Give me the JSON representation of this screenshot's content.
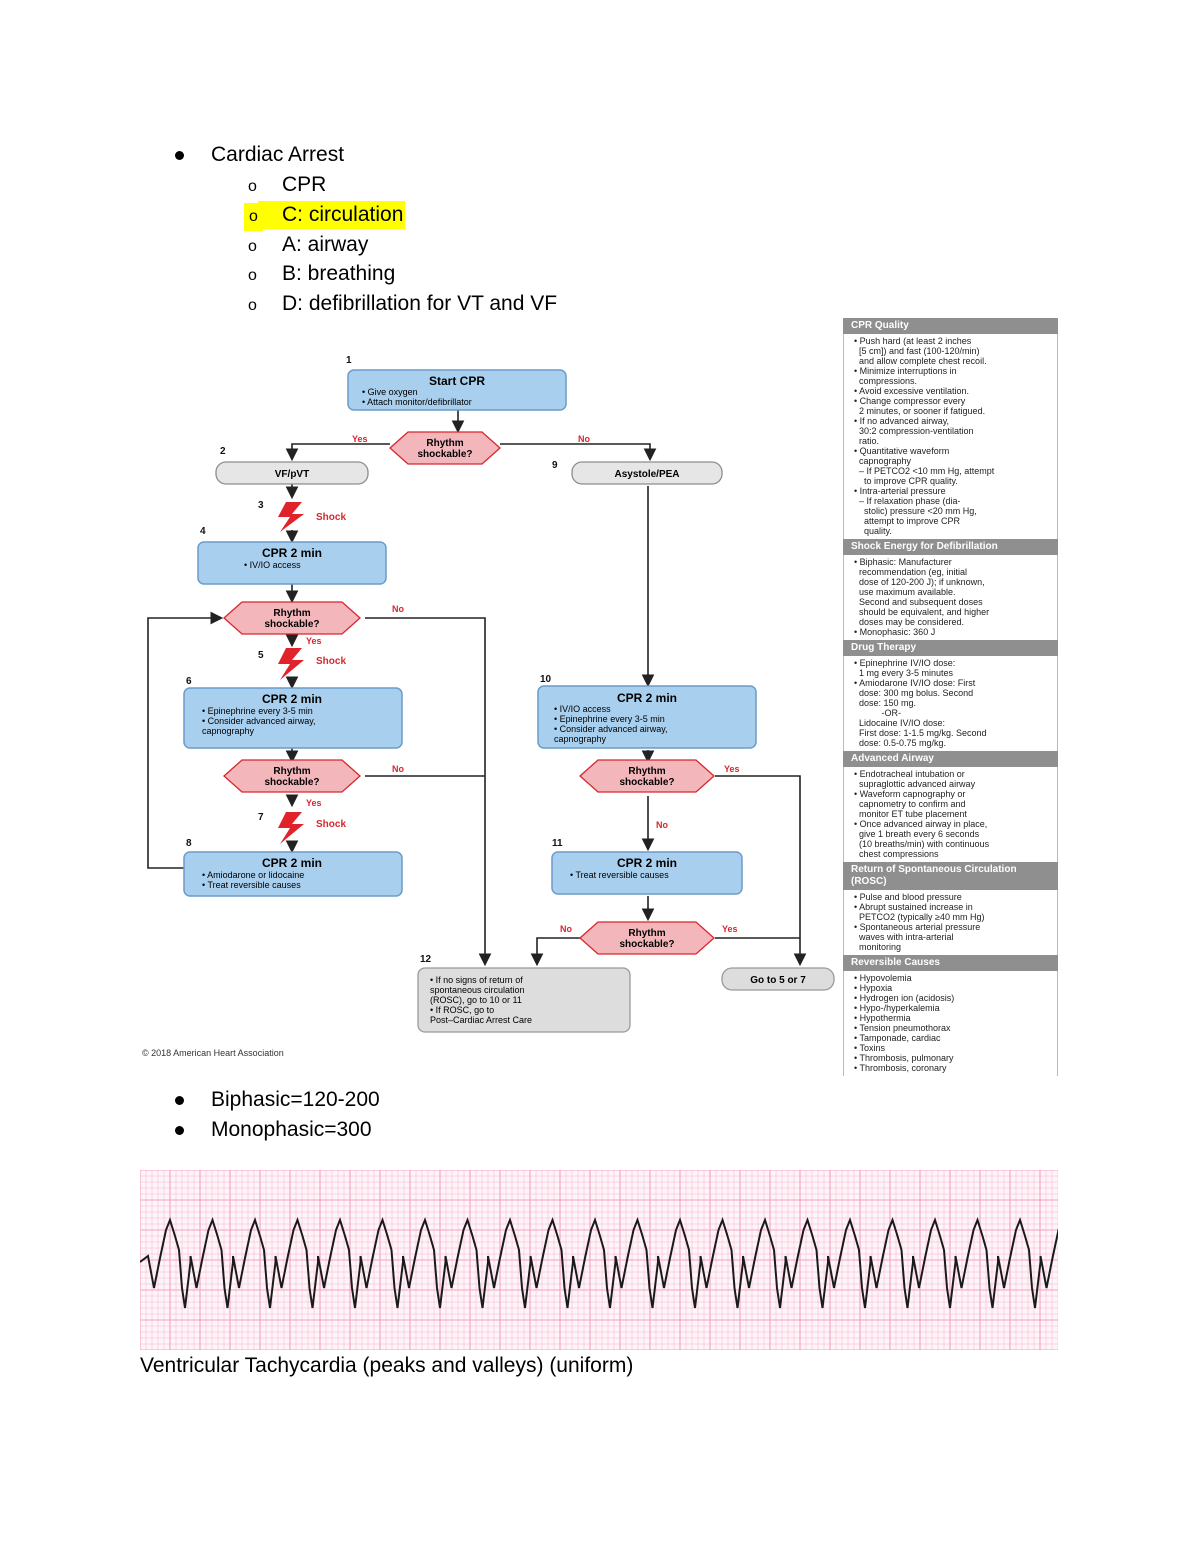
{
  "bullets_top": {
    "main": "Cardiac Arrest",
    "subs": [
      "CPR",
      "C: circulation",
      "A: airway",
      "B: breathing",
      "D: defibrillation for VT and VF"
    ]
  },
  "algorithm": {
    "copyright": "© 2018 American Heart Association",
    "step_numbers": [
      "1",
      "2",
      "3",
      "4",
      "5",
      "6",
      "7",
      "8",
      "9",
      "10",
      "11",
      "12"
    ],
    "start": {
      "title": "Start CPR",
      "items": [
        "• Give oxygen",
        "• Attach monitor/defibrillator"
      ]
    },
    "rhythm": [
      "Rhythm",
      "shockable?"
    ],
    "yes": "Yes",
    "no": "No",
    "vf": "VF/pVT",
    "asys": "Asystole/PEA",
    "shock": "Shock",
    "cpr": "CPR 2 min",
    "box4": [
      "• IV/IO access"
    ],
    "box6": [
      "• Epinephrine every 3-5 min",
      "• Consider advanced airway,",
      "  capnography"
    ],
    "box8": [
      "• Amiodarone or lidocaine",
      "• Treat reversible causes"
    ],
    "box10": [
      "• IV/IO access",
      "• Epinephrine every 3-5 min",
      "• Consider advanced airway,",
      "  capnography"
    ],
    "box11": [
      "• Treat reversible causes"
    ],
    "box12": [
      "• If no signs of return of",
      "  spontaneous circulation",
      "  (ROSC), go to 10 or 11",
      "• If ROSC, go to",
      "  Post–Cardiac Arrest Care"
    ],
    "goto": "Go to 5 or 7"
  },
  "sidebar": [
    {
      "title": "CPR Quality",
      "lines": [
        "• Push hard (at least 2 inches",
        "  [5 cm]) and fast (100-120/min)",
        "  and allow complete chest recoil.",
        "• Minimize interruptions in",
        "  compressions.",
        "• Avoid excessive ventilation.",
        "• Change compressor every",
        "  2 minutes, or sooner if fatigued.",
        "• If no advanced airway,",
        "  30:2 compression-ventilation",
        "  ratio.",
        "• Quantitative waveform",
        "  capnography",
        "  – If PETCO2 <10 mm Hg, attempt",
        "    to improve CPR quality.",
        "• Intra-arterial pressure",
        "  – If relaxation phase (dia-",
        "    stolic) pressure <20 mm Hg,",
        "    attempt to improve CPR",
        "    quality."
      ]
    },
    {
      "title": "Shock Energy for Defibrillation",
      "lines": [
        "• Biphasic: Manufacturer",
        "  recommendation (eg, initial",
        "  dose of 120-200 J); if unknown,",
        "  use maximum available.",
        "  Second and subsequent doses",
        "  should be equivalent, and higher",
        "  doses may be considered.",
        "• Monophasic: 360 J"
      ]
    },
    {
      "title": "Drug Therapy",
      "lines": [
        "• Epinephrine IV/IO dose:",
        "  1 mg every 3-5 minutes",
        "• Amiodarone IV/IO dose: First",
        "  dose: 300 mg bolus. Second",
        "  dose: 150 mg.",
        "           -OR-",
        "  Lidocaine IV/IO dose:",
        "  First dose: 1-1.5 mg/kg. Second",
        "  dose: 0.5-0.75 mg/kg."
      ]
    },
    {
      "title": "Advanced Airway",
      "lines": [
        "• Endotracheal intubation or",
        "  supraglottic advanced airway",
        "• Waveform capnography or",
        "  capnometry to confirm and",
        "  monitor ET tube placement",
        "• Once advanced airway in place,",
        "  give 1 breath every 6 seconds",
        "  (10 breaths/min) with continuous",
        "  chest compressions"
      ]
    },
    {
      "title": "Return of Spontaneous Circulation (ROSC)",
      "lines": [
        "• Pulse and blood pressure",
        "• Abrupt sustained increase in",
        "  PETCO2 (typically ≥40 mm Hg)",
        "• Spontaneous arterial pressure",
        "  waves with intra-arterial",
        "  monitoring"
      ]
    },
    {
      "title": "Reversible Causes",
      "lines": [
        "• Hypovolemia",
        "• Hypoxia",
        "• Hydrogen ion (acidosis)",
        "• Hypo-/hyperkalemia",
        "• Hypothermia",
        "• Tension pneumothorax",
        "• Tamponade, cardiac",
        "• Toxins",
        "• Thrombosis, pulmonary",
        "• Thrombosis, coronary"
      ]
    }
  ],
  "bullets_bottom": [
    "Biphasic=120-200",
    "Monophasic=300"
  ],
  "caption": "Ventricular Tachycardia (peaks and valleys) (uniform)",
  "colors": {
    "highlight": "#ffff00",
    "blue_box": "#a9cfee",
    "blue_border": "#6c9cc8",
    "red_diamond": "#f3b7bb",
    "red_text": "#d7262e",
    "ecg_grid": "#f0a3c3"
  }
}
